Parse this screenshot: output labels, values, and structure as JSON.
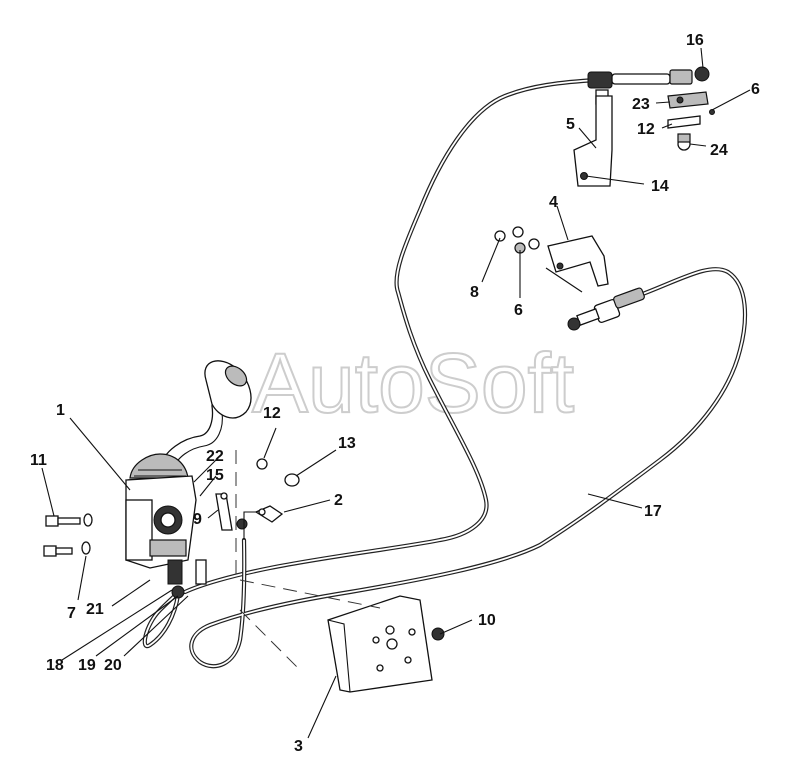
{
  "watermark": "AutoSoft",
  "callouts": [
    {
      "id": "c1",
      "text": "1"
    },
    {
      "id": "c2",
      "text": "2"
    },
    {
      "id": "c3",
      "text": "3"
    },
    {
      "id": "c4",
      "text": "4"
    },
    {
      "id": "c5",
      "text": "5"
    },
    {
      "id": "c6a",
      "text": "6"
    },
    {
      "id": "c6b",
      "text": "6"
    },
    {
      "id": "c7",
      "text": "7"
    },
    {
      "id": "c8",
      "text": "8"
    },
    {
      "id": "c9",
      "text": "9"
    },
    {
      "id": "c10",
      "text": "10"
    },
    {
      "id": "c11",
      "text": "11"
    },
    {
      "id": "c12a",
      "text": "12"
    },
    {
      "id": "c12b",
      "text": "12"
    },
    {
      "id": "c13",
      "text": "13"
    },
    {
      "id": "c14",
      "text": "14"
    },
    {
      "id": "c15",
      "text": "15"
    },
    {
      "id": "c16",
      "text": "16"
    },
    {
      "id": "c17",
      "text": "17"
    },
    {
      "id": "c18",
      "text": "18"
    },
    {
      "id": "c19",
      "text": "19"
    },
    {
      "id": "c20",
      "text": "20"
    },
    {
      "id": "c21",
      "text": "21"
    },
    {
      "id": "c22",
      "text": "22"
    },
    {
      "id": "c23",
      "text": "23"
    },
    {
      "id": "c24",
      "text": "24"
    }
  ]
}
